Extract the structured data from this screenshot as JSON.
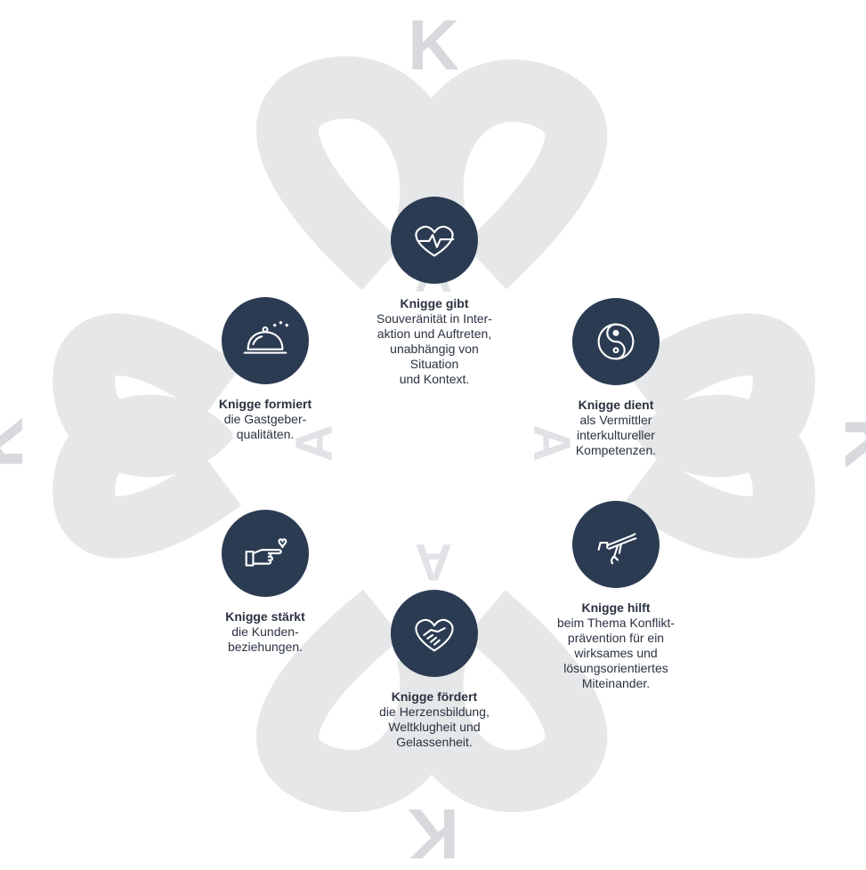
{
  "watermark": {
    "letters": [
      "K",
      "K",
      "K",
      "K",
      "A",
      "A",
      "A",
      "A"
    ],
    "shape_color": "#e6e7e9",
    "letter_color": "#d7d9dc"
  },
  "colors": {
    "circle": "#2b3b52",
    "icon_stroke": "#ffffff",
    "text": "#2a3340"
  },
  "items": [
    {
      "icon": "heart-pulse-icon",
      "title": "Knigge gibt",
      "lines": [
        "Souveränität in Inter-",
        "aktion und Auftreten,",
        "unabhängig von",
        "Situation",
        "und Kontext."
      ]
    },
    {
      "icon": "yin-yang-icon",
      "title": "Knigge dient",
      "lines": [
        "als Vermittler",
        "interkultureller",
        "Kompetenzen."
      ]
    },
    {
      "icon": "peace-pipe-icon",
      "title": "Knigge hilft",
      "lines": [
        "beim Thema Konflikt-",
        "prävention für ein",
        "wirksames und",
        "lösungsorientiertes",
        "Miteinander."
      ]
    },
    {
      "icon": "handshake-heart-icon",
      "title": "Knigge fördert",
      "lines": [
        "die Herzensbildung,",
        "Weltklugheit und",
        "Gelassenheit."
      ]
    },
    {
      "icon": "pointing-hand-icon",
      "title": "Knigge stärkt",
      "lines": [
        "die Kunden-",
        "beziehungen."
      ]
    },
    {
      "icon": "cloche-stars-icon",
      "title": "Knigge formiert",
      "lines": [
        "die Gastgeber-",
        "qualitäten."
      ]
    }
  ]
}
